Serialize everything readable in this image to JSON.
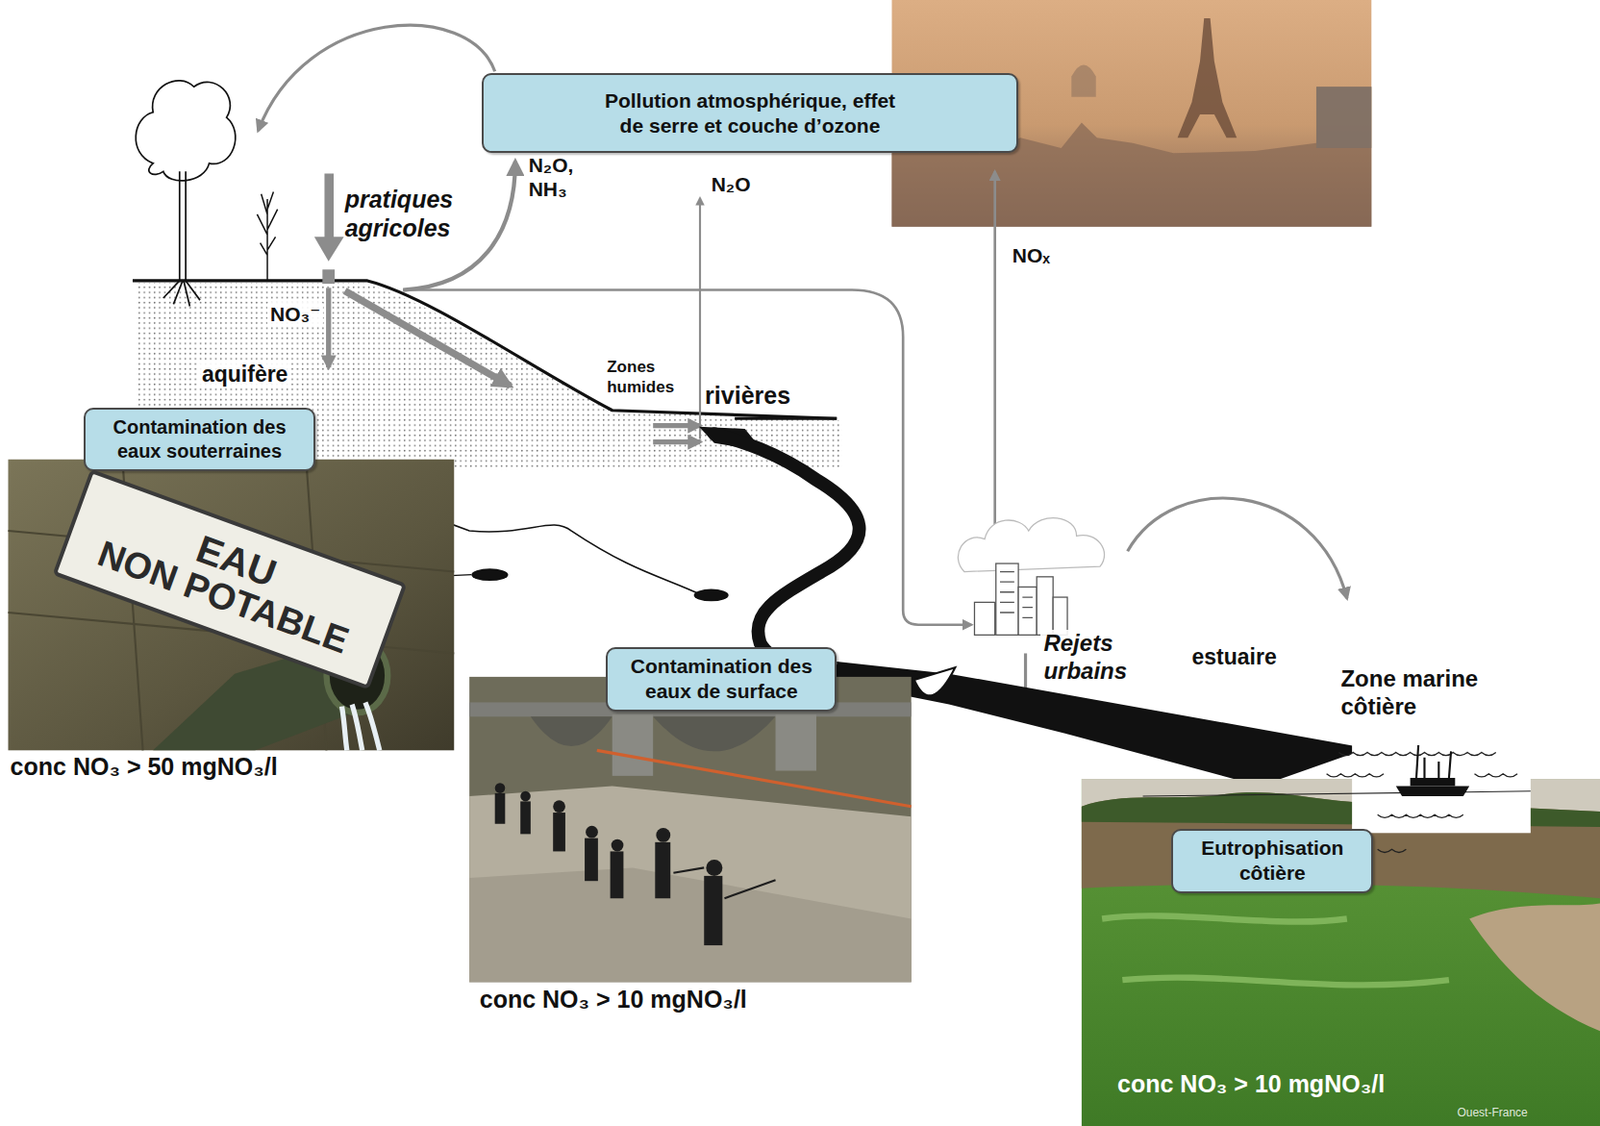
{
  "diagram": {
    "nodes": [
      {
        "text": [
          "Pollution atmosphérique, effet de serre et couche d’ozone"
        ]
      },
      {
        "text": [
          "Contamination des eaux souterraines"
        ]
      },
      {
        "text": [
          "Contamination des eaux de surface"
        ]
      },
      {
        "text": [
          "Eutrophisation côtière"
        ]
      }
    ],
    "labels": [
      "pratiques agricoles",
      "N₂O, NH₃",
      "N₂O",
      "NOₓ",
      "NO₃⁻",
      "aquifère",
      "Zones humides",
      "rivières",
      "EAU",
      "NON POTABLE",
      "Rejets urbains",
      "estuaire",
      "Zone marine côtière",
      "conc NO₃ > 50 mgNO₃/l",
      "conc NO₃ > 10 mgNO₃/l",
      "conc NO₃ > 10 mgNO₃/l",
      "Ouest-France"
    ]
  }
}
